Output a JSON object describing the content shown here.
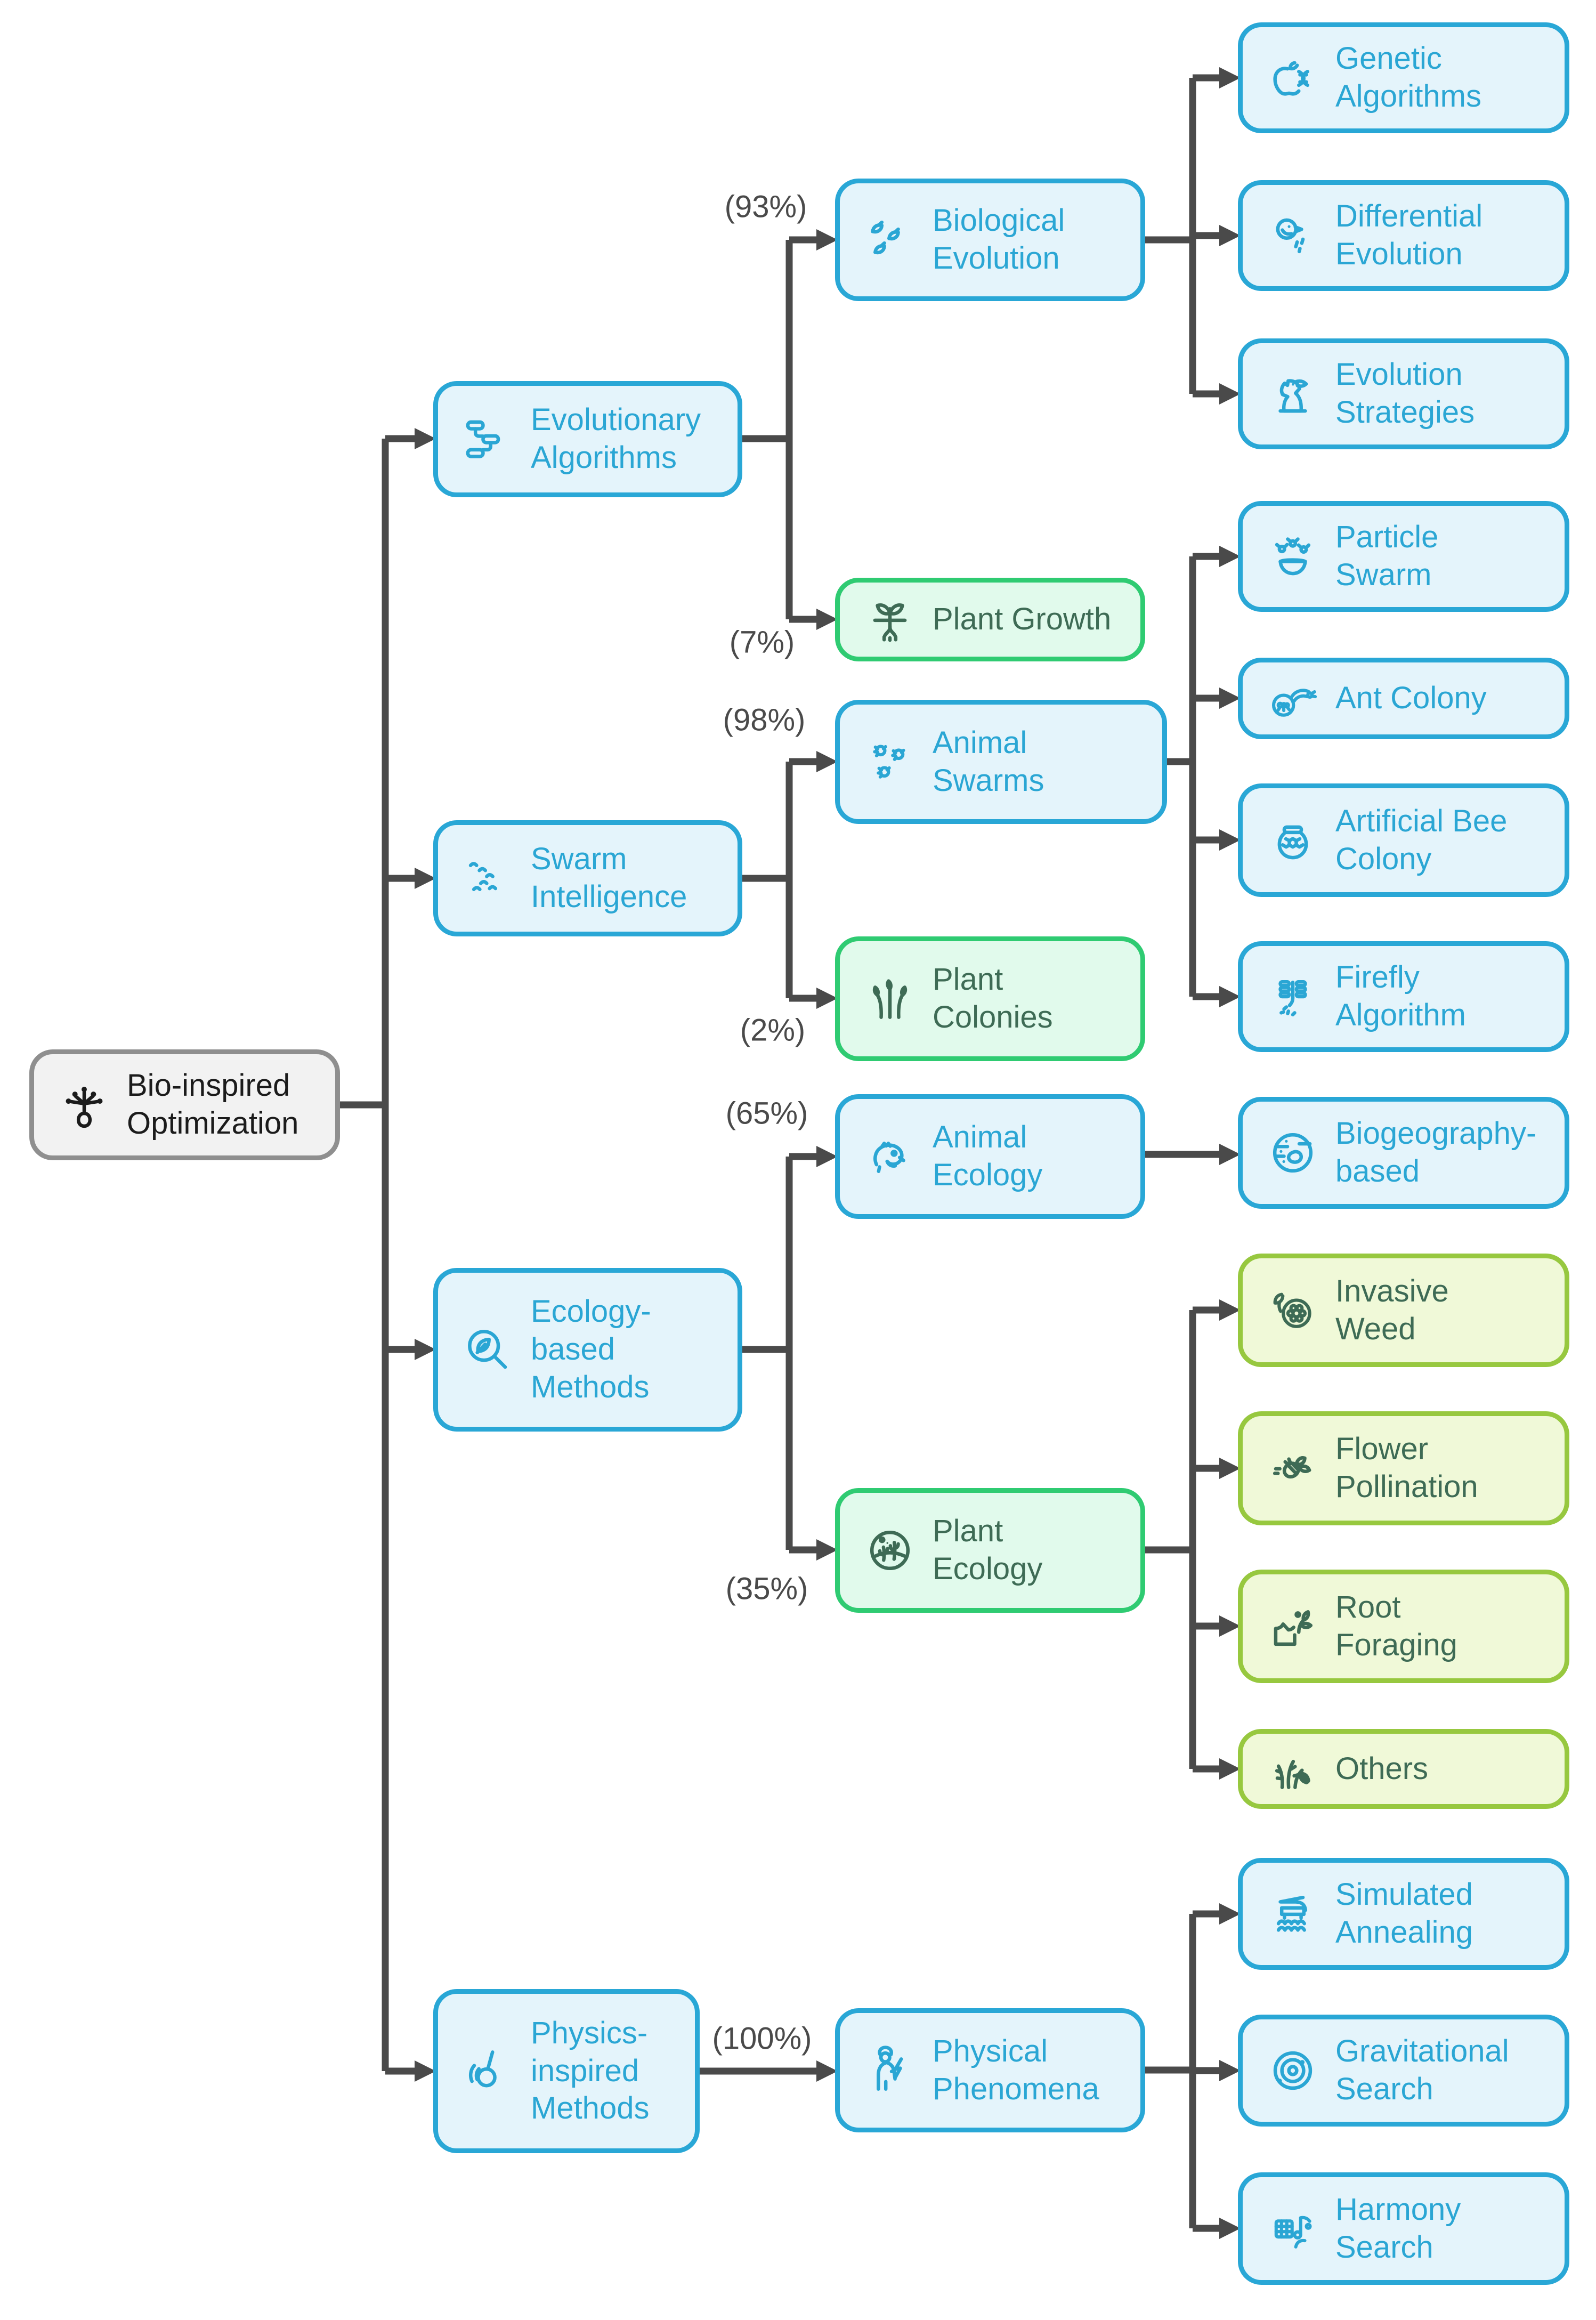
{
  "title": "Bio-inspired Optimization taxonomy diagram",
  "nodes": {
    "root": "Bio-inspired Optimization",
    "evolutionary_algorithms": "Evolutionary Algorithms",
    "swarm_intelligence": "Swarm Intelligence",
    "ecology_based": "Ecology-based Methods",
    "physics_inspired": "Physics-inspired Methods",
    "biological_evolution": "Biological Evolution",
    "plant_growth": "Plant Growth",
    "animal_swarms": "Animal Swarms",
    "plant_colonies": "Plant Colonies",
    "animal_ecology": "Animal Ecology",
    "plant_ecology": "Plant Ecology",
    "physical_phenomena": "Physical Phenomena",
    "genetic_algorithms": "Genetic Algorithms",
    "differential_evolution": "Differential Evolution",
    "evolution_strategies": "Evolution Strategies",
    "particle_swarm": "Particle Swarm",
    "ant_colony": "Ant Colony",
    "artificial_bee_colony": "Artificial Bee Colony",
    "firefly_algorithm": "Firefly Algorithm",
    "biogeography_based": "Biogeography-based",
    "invasive_weed": "Invasive Weed",
    "flower_pollination": "Flower Pollination",
    "root_foraging": "Root Foraging",
    "others": "Others",
    "simulated_annealing": "Simulated Annealing",
    "gravitational_search": "Gravitational Search",
    "harmony_search": "Harmony Search"
  },
  "percentages": {
    "biological_evolution": "(93%)",
    "plant_growth": "(7%)",
    "animal_swarms": "(98%)",
    "plant_colonies": "(2%)",
    "animal_ecology": "(65%)",
    "plant_ecology": "(35%)",
    "physical_phenomena": "(100%)"
  },
  "edges": [
    {
      "from": "root",
      "to": "evolutionary_algorithms"
    },
    {
      "from": "root",
      "to": "swarm_intelligence"
    },
    {
      "from": "root",
      "to": "ecology_based"
    },
    {
      "from": "root",
      "to": "physics_inspired"
    },
    {
      "from": "evolutionary_algorithms",
      "to": "biological_evolution",
      "percent": "(93%)"
    },
    {
      "from": "evolutionary_algorithms",
      "to": "plant_growth",
      "percent": "(7%)"
    },
    {
      "from": "swarm_intelligence",
      "to": "animal_swarms",
      "percent": "(98%)"
    },
    {
      "from": "swarm_intelligence",
      "to": "plant_colonies",
      "percent": "(2%)"
    },
    {
      "from": "ecology_based",
      "to": "animal_ecology",
      "percent": "(65%)"
    },
    {
      "from": "ecology_based",
      "to": "plant_ecology",
      "percent": "(35%)"
    },
    {
      "from": "physics_inspired",
      "to": "physical_phenomena",
      "percent": "(100%)"
    },
    {
      "from": "biological_evolution",
      "to": "genetic_algorithms"
    },
    {
      "from": "biological_evolution",
      "to": "differential_evolution"
    },
    {
      "from": "biological_evolution",
      "to": "evolution_strategies"
    },
    {
      "from": "animal_swarms",
      "to": "particle_swarm"
    },
    {
      "from": "animal_swarms",
      "to": "ant_colony"
    },
    {
      "from": "animal_swarms",
      "to": "artificial_bee_colony"
    },
    {
      "from": "animal_swarms",
      "to": "firefly_algorithm"
    },
    {
      "from": "animal_ecology",
      "to": "biogeography_based"
    },
    {
      "from": "plant_ecology",
      "to": "invasive_weed"
    },
    {
      "from": "plant_ecology",
      "to": "flower_pollination"
    },
    {
      "from": "plant_ecology",
      "to": "root_foraging"
    },
    {
      "from": "plant_ecology",
      "to": "others"
    },
    {
      "from": "physical_phenomena",
      "to": "simulated_annealing"
    },
    {
      "from": "physical_phenomena",
      "to": "gravitational_search"
    },
    {
      "from": "physical_phenomena",
      "to": "harmony_search"
    }
  ],
  "colors": {
    "blueBorder": "#29a7d6",
    "blueFill": "#e4f4fb",
    "blueText": "#2aa6d4",
    "greenBorder": "#2fcb72",
    "greenFill": "#e1faec",
    "greenText": "#3e6b55",
    "oliveBorder": "#97c83f",
    "oliveFill": "#f0f9d8",
    "oliveText": "#3e6b55",
    "grayBorder": "#8f8f8f",
    "grayFill": "#f2f2f2",
    "grayText": "#1b1b1b",
    "connector": "#4a4a4a"
  }
}
